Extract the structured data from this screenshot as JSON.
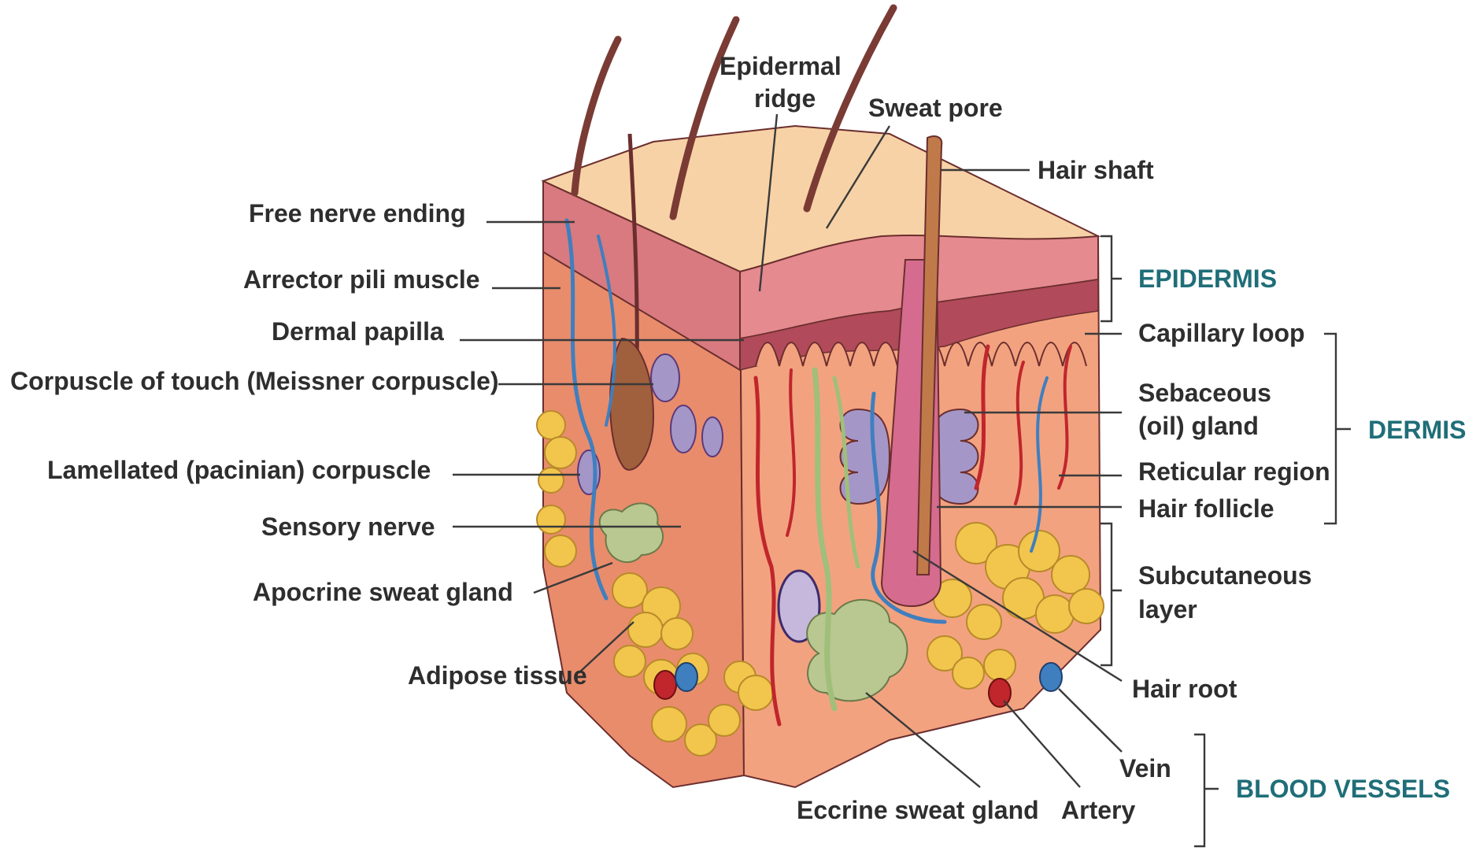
{
  "labels": {
    "free_nerve_ending": "Free nerve ending",
    "arrector_pili": "Arrector pili muscle",
    "dermal_papilla": "Dermal papilla",
    "meissner": "Corpuscle of touch (Meissner corpuscle)",
    "pacinian": "Lamellated (pacinian) corpuscle",
    "sensory_nerve": "Sensory nerve",
    "apocrine": "Apocrine sweat gland",
    "adipose": "Adipose tissue",
    "epidermal_ridge_1": "Epidermal",
    "epidermal_ridge_2": "ridge",
    "sweat_pore": "Sweat pore",
    "hair_shaft": "Hair shaft",
    "capillary_loop": "Capillary loop",
    "sebaceous_1": "Sebaceous",
    "sebaceous_2": "(oil) gland",
    "reticular": "Reticular region",
    "hair_follicle": "Hair follicle",
    "subcutaneous_1": "Subcutaneous",
    "subcutaneous_2": "layer",
    "hair_root": "Hair root",
    "vein": "Vein",
    "artery": "Artery",
    "eccrine": "Eccrine sweat gland"
  },
  "groups": {
    "epidermis": "EPIDERMIS",
    "dermis": "DERMIS",
    "blood_vessels": "BLOOD VESSELS"
  },
  "colors": {
    "epidermis_top": "#f7d2a6",
    "epidermis_pink": "#e58a8f",
    "epidermis_dark": "#b14a5a",
    "dermis": "#f3a27f",
    "dermis_side": "#e98c6c",
    "adipose": "#f2c64d",
    "hair": "#7a3b35",
    "vein": "#3f7fbf",
    "artery": "#c0262c",
    "nerve": "#9fbf7a",
    "group_text": "#1f6e78"
  }
}
